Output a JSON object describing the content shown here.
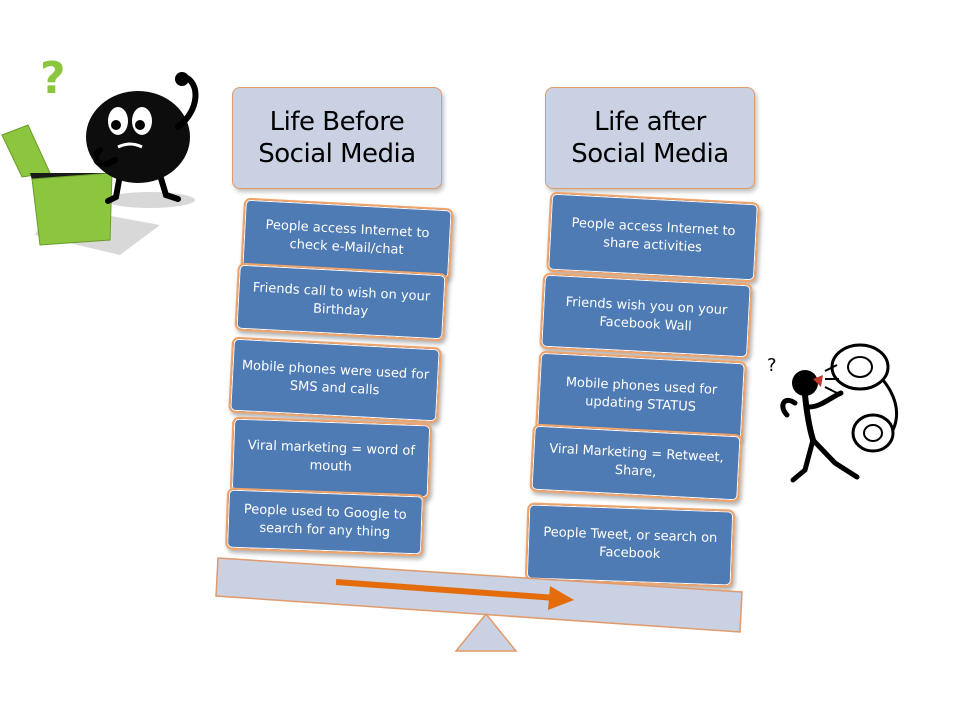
{
  "diagram": {
    "left_column": {
      "title": "Life Before\nSocial Media",
      "items": [
        "People access Internet to check e-Mail/chat",
        "Friends call to wish on your Birthday",
        "Mobile phones were used for SMS and calls",
        "Viral marketing = word of mouth",
        "People used to Google to search for any thing"
      ]
    },
    "right_column": {
      "title": "Life after\nSocial Media",
      "items": [
        "People access Internet to share  activities",
        "Friends wish you on your Facebook Wall",
        "Mobile phones  used for updating STATUS",
        "Viral  Marketing = Retweet, Share,",
        "People Tweet,  or search on Facebook"
      ]
    },
    "decorations": {
      "left_character": "confused-character-with-box-icon",
      "left_symbol": "?",
      "right_character": "shouting-character-with-phone-icon",
      "right_symbol": "?"
    },
    "colors": {
      "card_fill": "#4f7bb4",
      "card_border": "#f2a468",
      "header_fill": "#c9d1e3",
      "arrow": "#e46c0a",
      "box_green": "#8cc63f"
    }
  }
}
